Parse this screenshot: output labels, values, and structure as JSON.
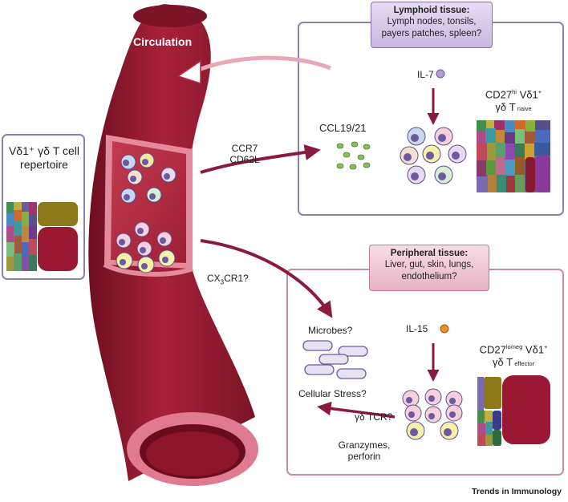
{
  "circulation_label": "Circulation",
  "repertoire": {
    "line1": "Vδ1⁺ γδ T cell",
    "line2": "repertoire"
  },
  "lymphoid": {
    "title": "Lymphoid tissue:",
    "line1": "Lymph nodes, tonsils,",
    "line2": "payers patches, spleen?",
    "cytokine": "IL-7",
    "chemokine": "CCL19/21",
    "cell_main": "CD27",
    "cell_sup": "hi",
    "cell_rest": " Vδ1",
    "cell_plus": "+",
    "cell_line2": "γδ T",
    "cell_sub": " naive"
  },
  "receptors_lymph": {
    "line1": "CCR7",
    "line2": "CD62L"
  },
  "receptor_periph": {
    "main": "CX",
    "sub": "3",
    "rest": "CR1?"
  },
  "peripheral": {
    "title": "Peripheral tissue:",
    "line1": "Liver, gut, skin, lungs,",
    "line2": "endothelium?",
    "cytokine": "IL-15",
    "microbes": "Microbes?",
    "stress": "Cellular Stress?",
    "tcr": "γδ TCR?",
    "granzymes1": "Granzymes,",
    "granzymes2": "perforin",
    "cell_main": "CD27",
    "cell_sup": "lo/neg",
    "cell_rest": " Vδ1",
    "cell_plus": "+",
    "cell_line2": "γδ T",
    "cell_sub": " effector"
  },
  "journal": "Trends in Immunology",
  "colors": {
    "vessel": "#9b1b30",
    "vessel_dark": "#6e0f20",
    "vessel_lumen": "#b8293f",
    "arrow": "#8b1a3c",
    "lymph_box": "#8a82b3",
    "periph_box": "#c98aa3"
  }
}
